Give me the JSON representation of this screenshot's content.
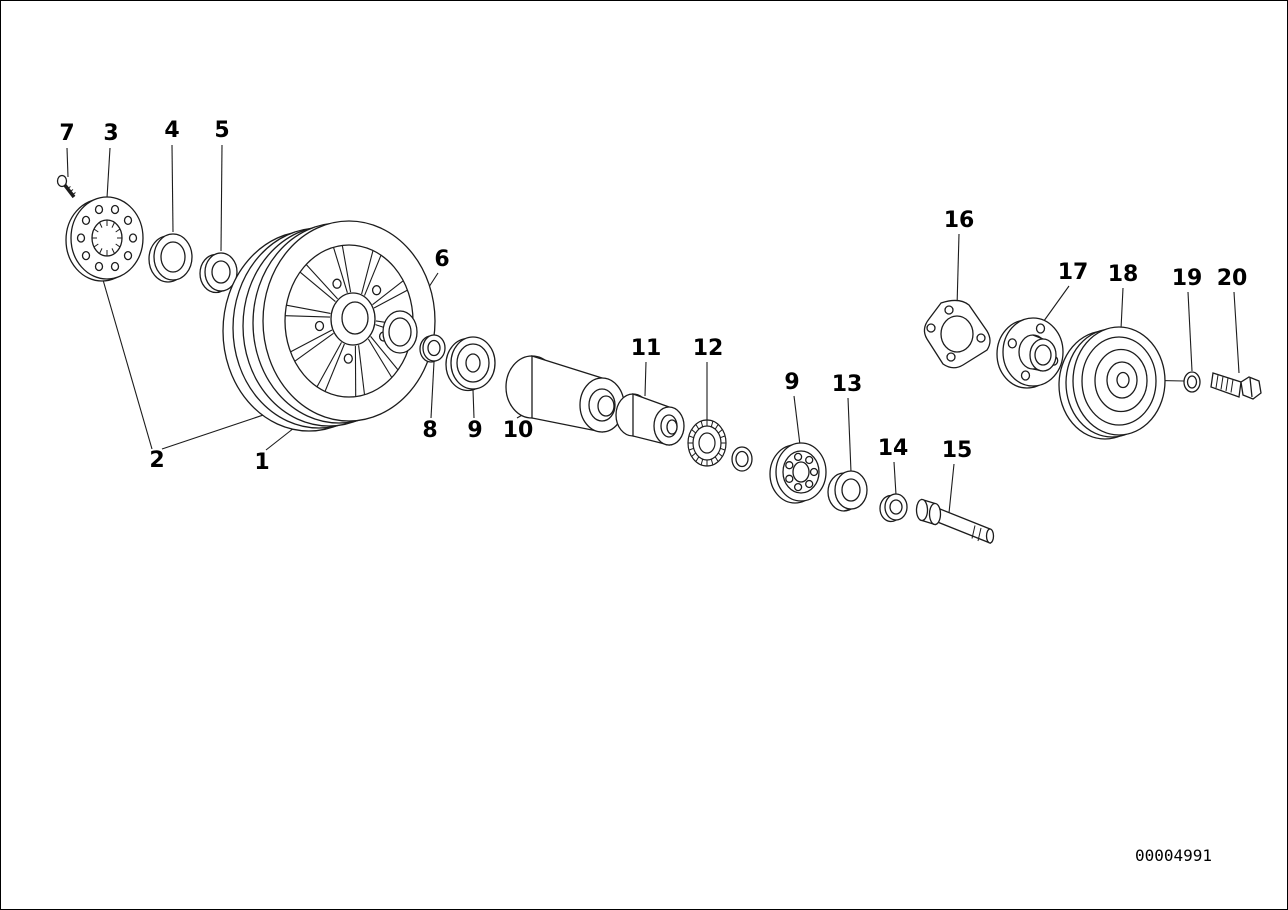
{
  "diagram": {
    "number": "00004991",
    "labels": [
      {
        "part": "7",
        "text": "7"
      },
      {
        "part": "3",
        "text": "3"
      },
      {
        "part": "4",
        "text": "4"
      },
      {
        "part": "5",
        "text": "5"
      },
      {
        "part": "6",
        "text": "6"
      },
      {
        "part": "2",
        "text": "2"
      },
      {
        "part": "1",
        "text": "1"
      },
      {
        "part": "8",
        "text": "8"
      },
      {
        "part": "9",
        "text": "9"
      },
      {
        "part": "10",
        "text": "10"
      },
      {
        "part": "11",
        "text": "11"
      },
      {
        "part": "12",
        "text": "12"
      },
      {
        "part": "9",
        "text": "9"
      },
      {
        "part": "13",
        "text": "13"
      },
      {
        "part": "14",
        "text": "14"
      },
      {
        "part": "15",
        "text": "15"
      },
      {
        "part": "16",
        "text": "16"
      },
      {
        "part": "17",
        "text": "17"
      },
      {
        "part": "18",
        "text": "18"
      },
      {
        "part": "19",
        "text": "19"
      },
      {
        "part": "20",
        "text": "20"
      }
    ],
    "colors": {
      "line": "#1c1c1c",
      "background": "#ffffff"
    }
  }
}
